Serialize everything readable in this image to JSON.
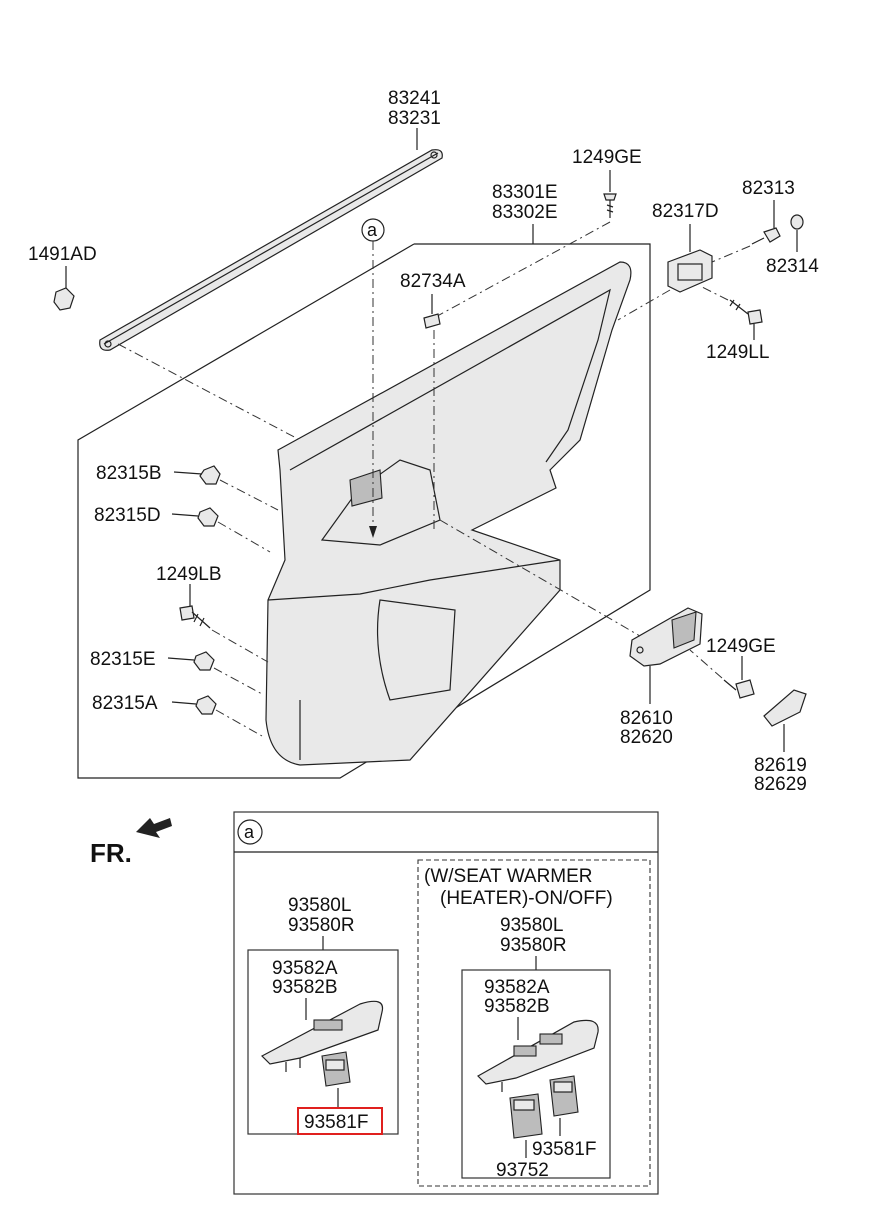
{
  "labels": {
    "p83241": "83241",
    "p83231": "83231",
    "p1491AD": "1491AD",
    "p1249GE_top": "1249GE",
    "p83301E": "83301E",
    "p83302E": "83302E",
    "p82317D": "82317D",
    "p82313": "82313",
    "p82314": "82314",
    "p82734A": "82734A",
    "p1249LL": "1249LL",
    "p82315B": "82315B",
    "p82315D": "82315D",
    "p1249LB": "1249LB",
    "p82315E": "82315E",
    "p82315A": "82315A",
    "p1249GE_low": "1249GE",
    "p82610": "82610",
    "p82620": "82620",
    "p82619": "82619",
    "p82629": "82629",
    "callout_a": "a",
    "fr": "FR."
  },
  "detail": {
    "ref": "a",
    "left": {
      "assy_l": "93580L",
      "assy_r": "93580R",
      "bezel_a": "93582A",
      "bezel_b": "93582B",
      "switch": "93581F"
    },
    "right": {
      "note_1": "(W/SEAT WARMER",
      "note_2": "(HEATER)-ON/OFF)",
      "assy_l": "93580L",
      "assy_r": "93580R",
      "bezel_a": "93582A",
      "bezel_b": "93582B",
      "switch": "93581F",
      "heater_switch": "93752"
    }
  },
  "highlighted_part": "93581F",
  "colors": {
    "highlight": "#e0201e",
    "line": "#222222"
  }
}
